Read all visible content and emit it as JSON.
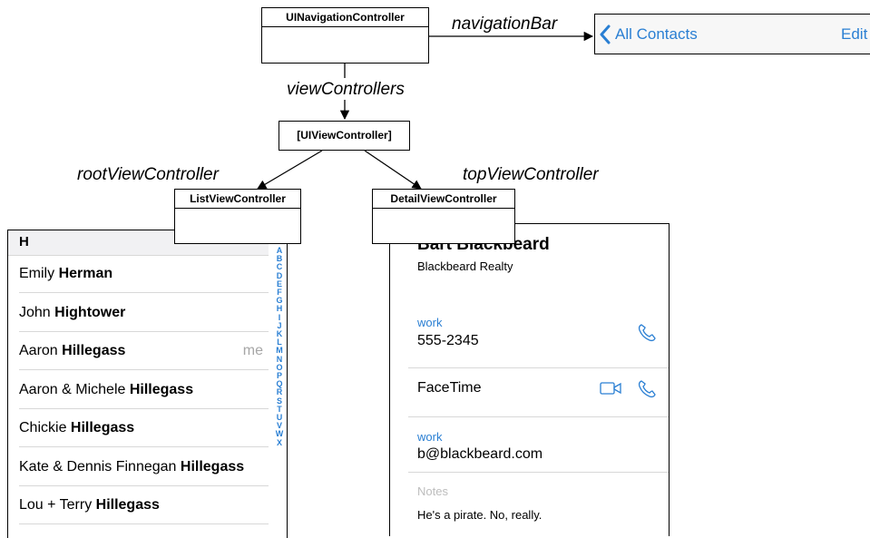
{
  "diagram": {
    "nav_controller": "UINavigationController",
    "view_controllers_array": "[UIViewController]",
    "list_controller": "ListViewController",
    "detail_controller": "DetailViewController",
    "edge_navigation_bar": "navigationBar",
    "edge_view_controllers": "viewControllers",
    "edge_root": "rootViewController",
    "edge_top": "topViewController"
  },
  "navbar": {
    "back_label": "All Contacts",
    "edit_label": "Edit"
  },
  "contacts": {
    "section": "H",
    "rows": [
      {
        "first": "Emily ",
        "last": "Herman",
        "me": ""
      },
      {
        "first": "John ",
        "last": "Hightower",
        "me": ""
      },
      {
        "first": "Aaron ",
        "last": "Hillegass",
        "me": "me"
      },
      {
        "first": "Aaron & Michele ",
        "last": "Hillegass",
        "me": ""
      },
      {
        "first": "Chickie ",
        "last": "Hillegass",
        "me": ""
      },
      {
        "first": "Kate & Dennis Finnegan ",
        "last": "Hillegass",
        "me": ""
      },
      {
        "first": "Lou + Terry ",
        "last": "Hillegass",
        "me": ""
      }
    ],
    "index": [
      "A",
      "B",
      "C",
      "D",
      "E",
      "F",
      "G",
      "H",
      "I",
      "J",
      "K",
      "L",
      "M",
      "N",
      "O",
      "P",
      "Q",
      "R",
      "S",
      "T",
      "U",
      "V",
      "W",
      "X"
    ]
  },
  "detail": {
    "name": "Bart Blackbeard",
    "company": "Blackbeard Realty",
    "phone_label": "work",
    "phone_value": "555-2345",
    "facetime_label": "FaceTime",
    "email_label": "work",
    "email_value": "b@blackbeard.com",
    "notes_label": "Notes",
    "notes_value": "He's a pirate. No, really."
  },
  "colors": {
    "accent": "#2a7fd3"
  }
}
